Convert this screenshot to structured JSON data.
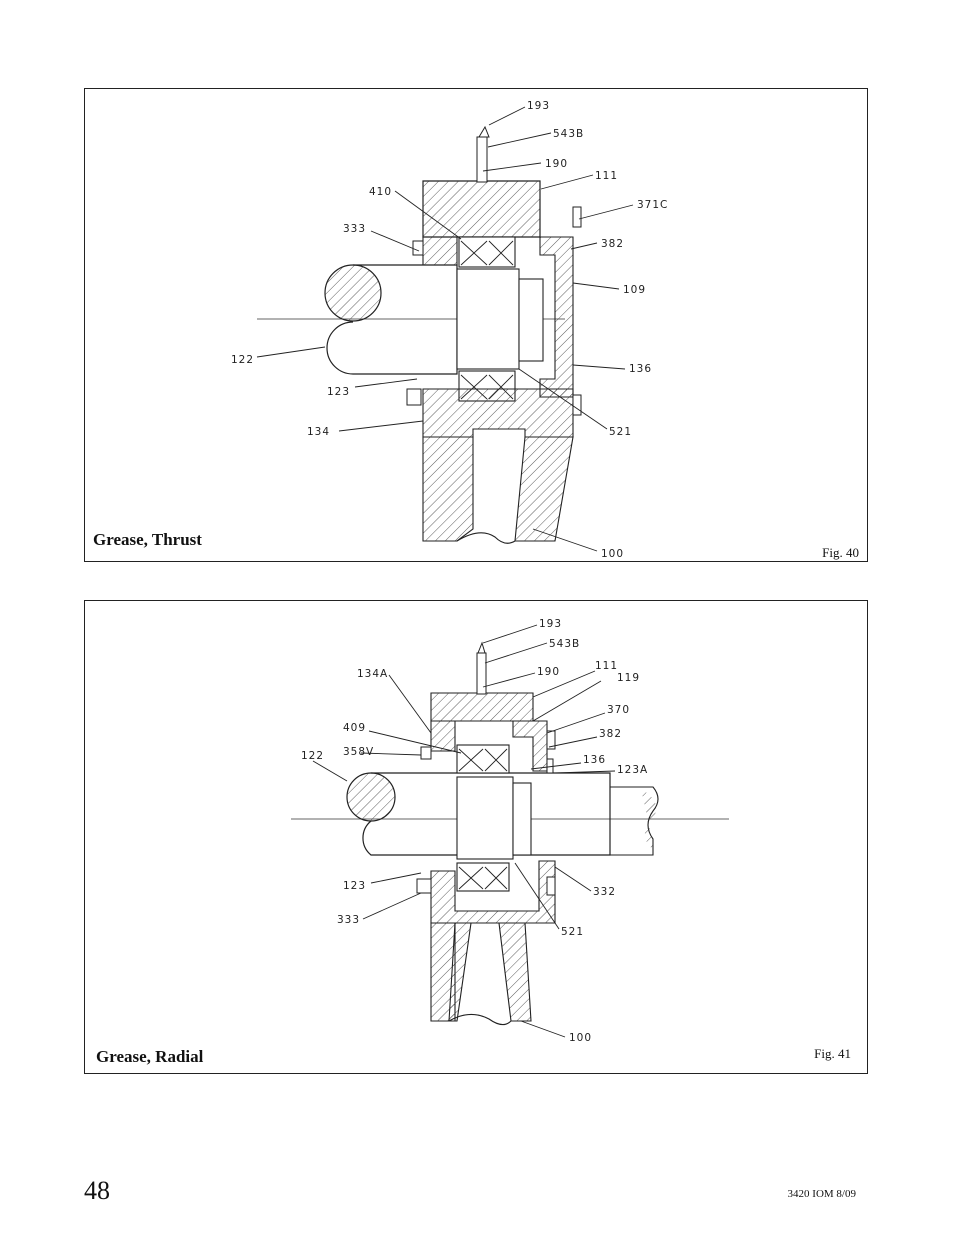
{
  "figures": [
    {
      "id": "fig40",
      "title": "Grease, Thrust",
      "fig_label": "Fig. 40",
      "callouts": [
        "193",
        "543B",
        "190",
        "111",
        "410",
        "371C",
        "333",
        "382",
        "109",
        "122",
        "136",
        "123",
        "521",
        "134",
        "100"
      ]
    },
    {
      "id": "fig41",
      "title": "Grease, Radial",
      "fig_label": "Fig. 41",
      "callouts": [
        "193",
        "543B",
        "190",
        "111",
        "134A",
        "119",
        "370",
        "409",
        "382",
        "358V",
        "122",
        "136",
        "123A",
        "123",
        "332",
        "333",
        "521",
        "100"
      ]
    }
  ],
  "footer": {
    "page_number": "48",
    "doc_code": "3420 IOM  8/09"
  }
}
